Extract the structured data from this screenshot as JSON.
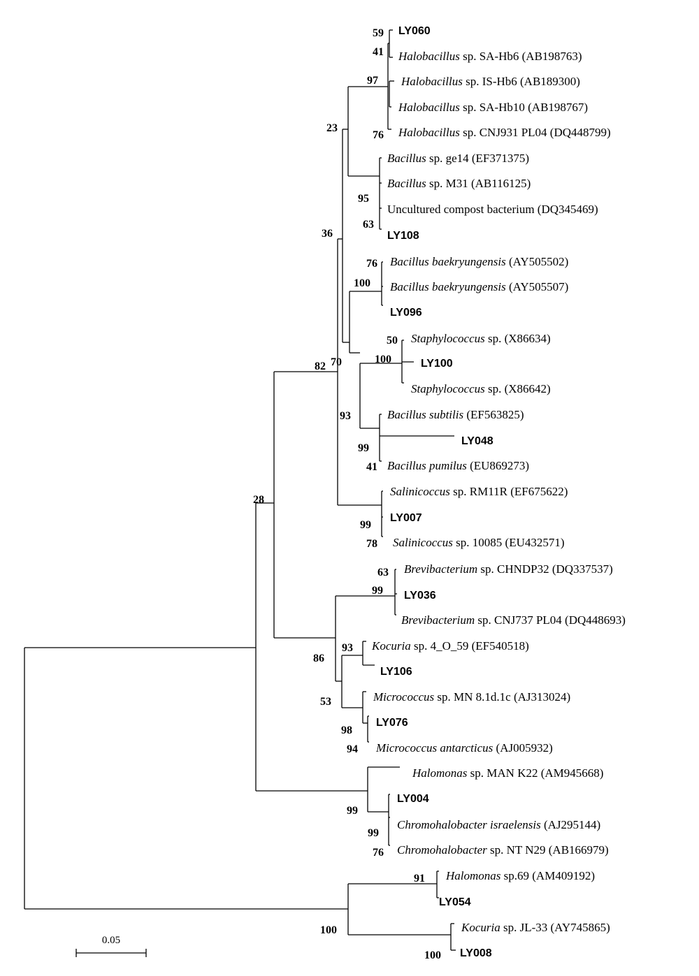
{
  "leaves": [
    {
      "id": "LY060",
      "name": "LY060",
      "rest": "",
      "italic": false,
      "isolate": true
    },
    {
      "id": "sa-hb6",
      "name": "Halobacillus",
      "rest": " sp. SA-Hb6 (AB198763)",
      "italic": true,
      "isolate": false
    },
    {
      "id": "is-hb6",
      "name": "Halobacillus",
      "rest": " sp. IS-Hb6 (AB189300)",
      "italic": true,
      "isolate": false
    },
    {
      "id": "sa-hb10",
      "name": "Halobacillus",
      "rest": " sp. SA-Hb10 (AB198767)",
      "italic": true,
      "isolate": false
    },
    {
      "id": "cnj931",
      "name": "Halobacillus",
      "rest": " sp. CNJ931 PL04 (DQ448799)",
      "italic": true,
      "isolate": false
    },
    {
      "id": "ge14",
      "name": "Bacillus",
      "rest": " sp. ge14 (EF371375)",
      "italic": true,
      "isolate": false
    },
    {
      "id": "m31",
      "name": "Bacillus",
      "rest": " sp. M31 (AB116125)",
      "italic": true,
      "isolate": false
    },
    {
      "id": "uncultured",
      "name": "Uncultured compost bacterium (DQ345469)",
      "rest": "",
      "italic": false,
      "isolate": false
    },
    {
      "id": "LY108",
      "name": "LY108",
      "rest": "",
      "italic": false,
      "isolate": true
    },
    {
      "id": "baek1",
      "name": "Bacillus baekryungensis",
      "rest": " (AY505502)",
      "italic": true,
      "isolate": false
    },
    {
      "id": "baek2",
      "name": "Bacillus baekryungensis",
      "rest": " (AY505507)",
      "italic": true,
      "isolate": false
    },
    {
      "id": "LY096",
      "name": "LY096",
      "rest": "",
      "italic": false,
      "isolate": true
    },
    {
      "id": "staph1",
      "name": "Staphylococcus",
      "rest": " sp. (X86634)",
      "italic": true,
      "isolate": false
    },
    {
      "id": "LY100",
      "name": "LY100",
      "rest": "",
      "italic": false,
      "isolate": true
    },
    {
      "id": "staph2",
      "name": "Staphylococcus",
      "rest": " sp. (X86642)",
      "italic": true,
      "isolate": false
    },
    {
      "id": "subtilis",
      "name": "Bacillus subtilis",
      "rest": " (EF563825)",
      "italic": true,
      "isolate": false
    },
    {
      "id": "LY048",
      "name": "LY048",
      "rest": "",
      "italic": false,
      "isolate": true
    },
    {
      "id": "pumilus",
      "name": "Bacillus pumilus",
      "rest": " (EU869273)",
      "italic": true,
      "isolate": false
    },
    {
      "id": "sal1",
      "name": "Salinicoccus",
      "rest": " sp. RM11R (EF675622)",
      "italic": true,
      "isolate": false
    },
    {
      "id": "LY007",
      "name": "LY007",
      "rest": "",
      "italic": false,
      "isolate": true
    },
    {
      "id": "sal2",
      "name": "Salinicoccus",
      "rest": " sp. 10085 (EU432571)",
      "italic": true,
      "isolate": false
    },
    {
      "id": "brev1",
      "name": "Brevibacterium",
      "rest": " sp. CHNDP32 (DQ337537)",
      "italic": true,
      "isolate": false
    },
    {
      "id": "LY036",
      "name": "LY036",
      "rest": "",
      "italic": false,
      "isolate": true
    },
    {
      "id": "brev2",
      "name": "Brevibacterium",
      "rest": " sp. CNJ737 PL04 (DQ448693)",
      "italic": true,
      "isolate": false
    },
    {
      "id": "kocuria1",
      "name": "Kocuria",
      "rest": " sp. 4_O_59 (EF540518)",
      "italic": true,
      "isolate": false
    },
    {
      "id": "LY106",
      "name": "LY106",
      "rest": "",
      "italic": false,
      "isolate": true
    },
    {
      "id": "micro1",
      "name": "Micrococcus",
      "rest": " sp. MN 8.1d.1c (AJ313024)",
      "italic": true,
      "isolate": false
    },
    {
      "id": "LY076",
      "name": "LY076",
      "rest": "",
      "italic": false,
      "isolate": true
    },
    {
      "id": "antarcticus",
      "name": "Micrococcus antarcticus",
      "rest": " (AJ005932)",
      "italic": true,
      "isolate": false
    },
    {
      "id": "halomonas1",
      "name": "Halomonas",
      "rest": " sp. MAN K22 (AM945668)",
      "italic": true,
      "isolate": false
    },
    {
      "id": "LY004",
      "name": "LY004",
      "rest": "",
      "italic": false,
      "isolate": true
    },
    {
      "id": "chromo1",
      "name": "Chromohalobacter israelensis",
      "rest": " (AJ295144)",
      "italic": true,
      "isolate": false
    },
    {
      "id": "chromo2",
      "name": "Chromohalobacter",
      "rest": " sp. NT N29 (AB166979)",
      "italic": true,
      "isolate": false
    },
    {
      "id": "halomonas2",
      "name": "Halomonas",
      "rest": " sp.69 (AM409192)",
      "italic": true,
      "isolate": false
    },
    {
      "id": "LY054",
      "name": "LY054",
      "rest": "",
      "italic": false,
      "isolate": true
    },
    {
      "id": "kocuria2",
      "name": "Kocuria",
      "rest": " sp. JL-33 (AY745865)",
      "italic": true,
      "isolate": false
    },
    {
      "id": "LY008",
      "name": "LY008",
      "rest": "",
      "italic": false,
      "isolate": true
    }
  ],
  "bootstrap": [
    "59",
    "41",
    "97",
    "76",
    "23",
    "95",
    "63",
    "36",
    "76",
    "100",
    "50",
    "100",
    "82",
    "70",
    "93",
    "99",
    "41",
    "99",
    "78",
    "63",
    "99",
    "86",
    "93",
    "53",
    "98",
    "94",
    "28",
    "99",
    "99",
    "76",
    "91",
    "100",
    "100"
  ],
  "scale_bar": {
    "label": "0.05",
    "value": 0.05
  }
}
